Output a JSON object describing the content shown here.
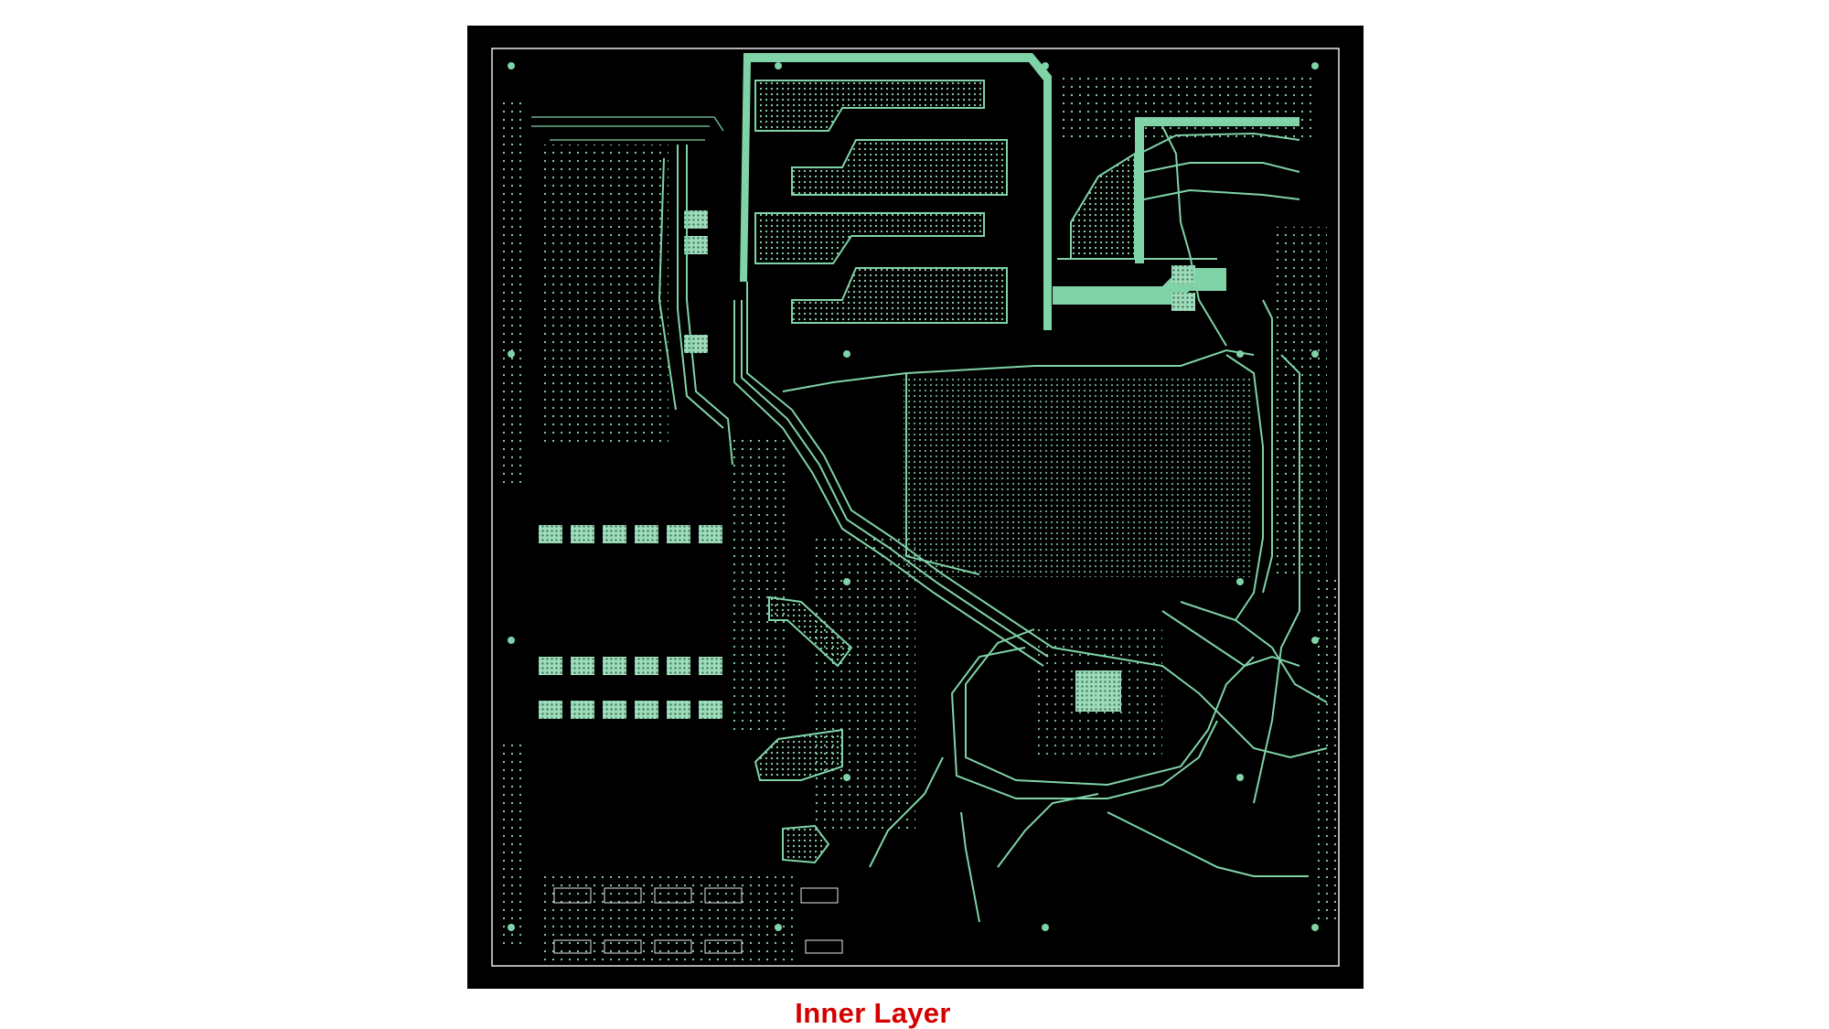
{
  "caption": "Inner Layer",
  "colors": {
    "board": "#000000",
    "outline": "#e8e8e8",
    "copper": "#7fd3a7",
    "pad": "#b9e8cf",
    "caption": "#d40000"
  },
  "pcb_image": {
    "layer": "inner",
    "features": [
      "board-outline",
      "copper-pours",
      "traces",
      "vias",
      "pad-arrays",
      "bga-footprint"
    ]
  }
}
